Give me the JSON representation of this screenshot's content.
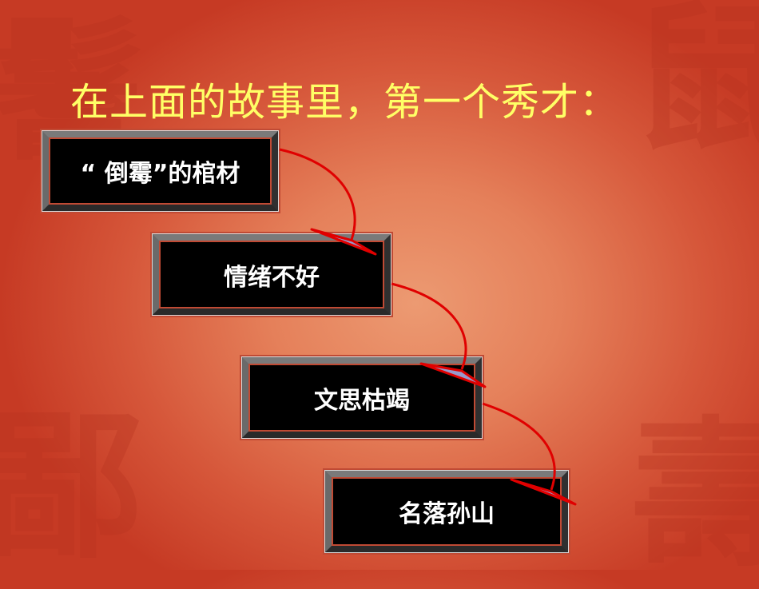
{
  "title": "在上面的故事里，第一个秀才：",
  "boxes": [
    {
      "label": "“ 倒霉”的棺材"
    },
    {
      "label": "情绪不好"
    },
    {
      "label": "文思枯竭"
    },
    {
      "label": "名落孙山"
    }
  ],
  "colors": {
    "title": "#ffff66",
    "box_fill": "#000000",
    "box_text": "#ffffff",
    "arrow_line": "#e00000",
    "arrow_head": "#9999cc"
  },
  "decorations": [
    "seal-stamp-top-left",
    "seal-stamp-top-right",
    "seal-stamp-bottom-left",
    "seal-stamp-bottom-right"
  ]
}
